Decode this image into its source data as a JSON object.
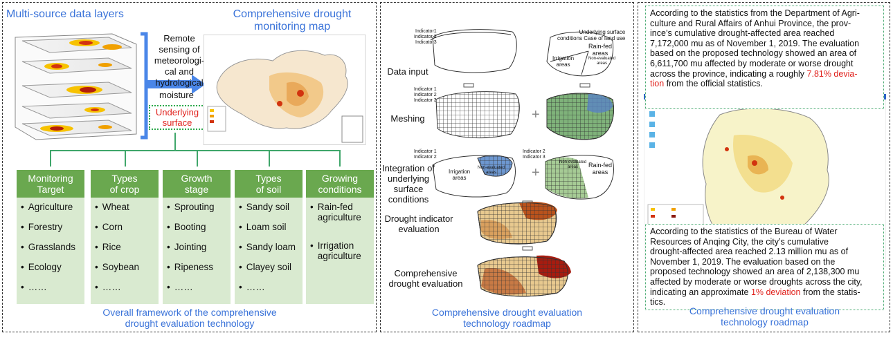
{
  "left": {
    "title_layers": "Multi-source data layers",
    "title_map": "Comprehensive drought monitoring map",
    "remote_text": "Remote sensing of meteorologi-cal and hydrological",
    "remote_lines": [
      "Remote",
      "sensing of",
      "meteorologi-",
      "cal and",
      "hydrological"
    ],
    "moisture": "moisture",
    "underlying_lines": [
      "Underlying",
      "surface"
    ],
    "columns": [
      {
        "head": [
          "Monitoring",
          "Target"
        ],
        "items": [
          "Agriculture",
          "Forestry",
          "Grasslands",
          "Ecology",
          "……"
        ]
      },
      {
        "head": [
          "Types",
          "of crop"
        ],
        "items": [
          "Wheat",
          "Corn",
          "Rice",
          "Soybean",
          "……"
        ]
      },
      {
        "head": [
          "Growth",
          "stage"
        ],
        "items": [
          "Sprouting",
          "Booting",
          "Jointing",
          "Ripeness",
          "……"
        ]
      },
      {
        "head": [
          "Types",
          "of soil"
        ],
        "items": [
          "Sandy soil",
          "Loam soil",
          "Sandy loam",
          "Clayey soil",
          "……"
        ]
      },
      {
        "head": [
          "Growing",
          "conditions"
        ],
        "items": [
          "Rain-fed agriculture",
          "Irrigation agriculture"
        ]
      }
    ],
    "caption_lines": [
      "Overall framework of the comprehensive",
      "drought evaluation technology"
    ]
  },
  "middle": {
    "steps": [
      {
        "lines": [
          "Data input"
        ]
      },
      {
        "lines": [
          "Meshing"
        ]
      },
      {
        "lines": [
          "Integration of",
          "underlying",
          "surface",
          "conditions"
        ]
      },
      {
        "lines": [
          "Drought indicator",
          "evaluation"
        ]
      },
      {
        "lines": [
          "Comprehensive",
          "drought evaluation"
        ]
      }
    ],
    "indicators_a": [
      "Indicator1",
      "Indicator 2",
      "Indicator3"
    ],
    "indicators_b": [
      "Indicator 1",
      "Indicator 2",
      "Indicator 3"
    ],
    "indicators_c": [
      "Indicator 1",
      "Indicator 2"
    ],
    "indicators_d": [
      "Indicator 2",
      "Indicator 3"
    ],
    "underlying_label": [
      "Underlying surface",
      "conditions Case of land use"
    ],
    "rainfed": [
      "Rain-fed",
      "areas"
    ],
    "irrigation": [
      "Irrigation",
      "areas"
    ],
    "non_evaluated": [
      "Non-evaluated",
      "areas"
    ],
    "caption_lines": [
      "Comprehensive drought evaluation",
      "technology roadmap"
    ]
  },
  "right": {
    "note_top": [
      "According to the statistics from the Department of Agri-",
      "culture and Rural Affairs of Anhui Province, the prov-",
      "ince’s cumulative drought-affected area reached",
      "7,172,000 mu as of November 1, 2019. The evaluation",
      "based on the proposed technology showed an area of",
      "6,611,700 mu affected by moderate or worse drought",
      "across the province, indicating a roughly "
    ],
    "note_top_red": "7.81% devia-",
    "note_top_red2": "tion",
    "note_top_end": " from the official statistics.",
    "note_bottom": [
      "According to the statistics of the Bureau of Water",
      "Resources of Anqing City, the city’s cumulative",
      "drought-affected area reached 2.13 million mu as of",
      "November 1, 2019. The evaluation based on the",
      "proposed technology showed an area of 2,138,300 mu",
      "affected by moderate or worse droughts across the city,",
      "indicating an approximate "
    ],
    "note_bottom_red": "1% deviation",
    "note_bottom_end": " from the statis-",
    "note_bottom_last": "tics.",
    "caption_lines": [
      "Comprehensive drought evaluation",
      "technology roadmap"
    ]
  },
  "colors": {
    "accent_blue": "#3a73d9",
    "green": "#6aa84f",
    "light_green": "#d9ead0",
    "red": "#e0201b"
  }
}
